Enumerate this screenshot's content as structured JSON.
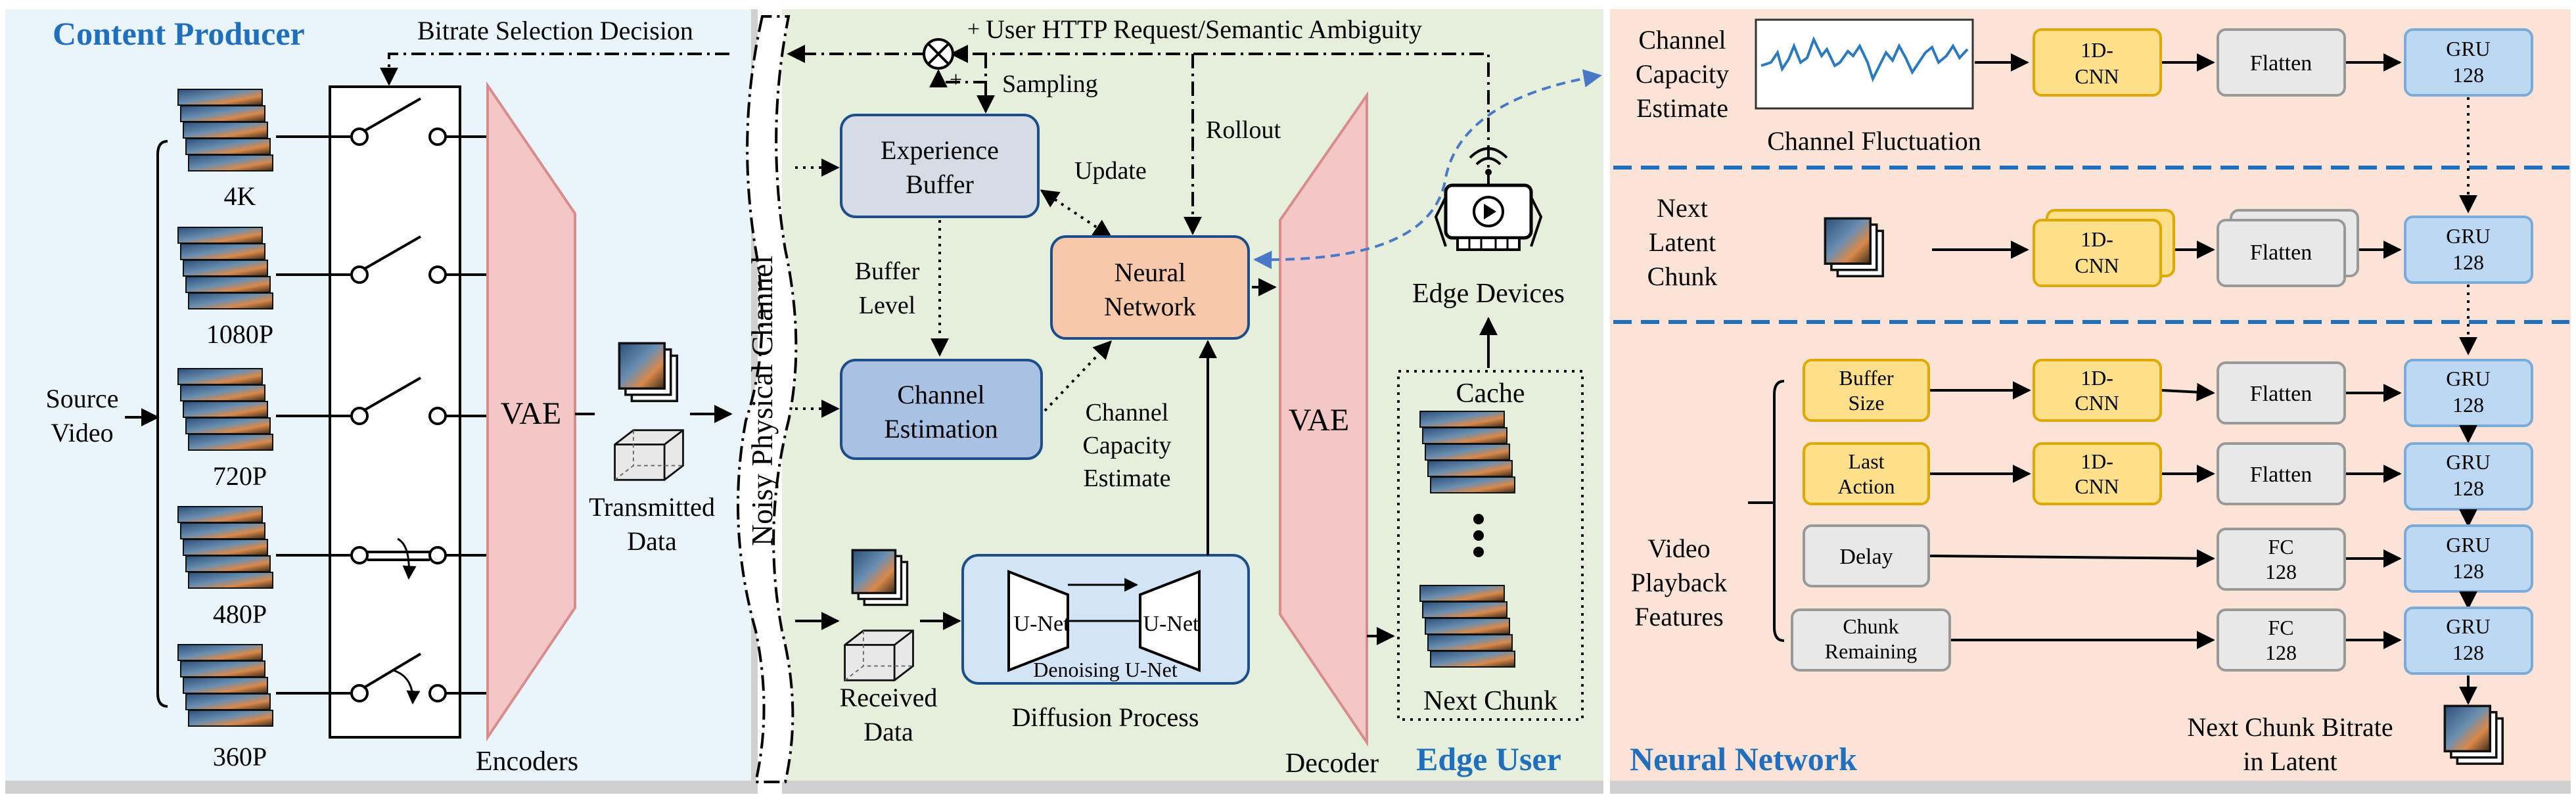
{
  "sections": {
    "content_producer": "Content Producer",
    "edge_user": "Edge User",
    "neural_network": "Neural Network"
  },
  "producer": {
    "source_video": [
      "Source",
      "Video"
    ],
    "resolutions": [
      "4K",
      "1080P",
      "720P",
      "480P",
      "360P"
    ],
    "vae": "VAE",
    "encoders": "Encoders",
    "transmitted_data": [
      "Transmitted",
      "Data"
    ],
    "bitrate_decision": "Bitrate Selection Decision"
  },
  "channel": {
    "label": "Noisy Physical Channel"
  },
  "edge": {
    "user_request": "User HTTP Request/Semantic Ambiguity",
    "plus_top": "+",
    "plus_left": "+",
    "sampling": "Sampling",
    "rollout": "Rollout",
    "update": "Update",
    "experience_buffer": [
      "Experience",
      "Buffer"
    ],
    "buffer_level": [
      "Buffer",
      "Level"
    ],
    "neural_network": [
      "Neural",
      "Network"
    ],
    "channel_estimation": [
      "Channel",
      "Estimation"
    ],
    "channel_capacity_estimate": [
      "Channel",
      "Capacity",
      "Estimate"
    ],
    "received_data": [
      "Received",
      "Data"
    ],
    "unet": "U-Net",
    "denoising_unet": "Denoising U-Net",
    "diffusion_process": "Diffusion Process",
    "vae": "VAE",
    "decoder": "Decoder",
    "edge_devices": "Edge Devices",
    "cache": "Cache",
    "next_chunk": "Next Chunk"
  },
  "network": {
    "channel_capacity_estimate": [
      "Channel",
      "Capacity",
      "Estimate"
    ],
    "channel_fluctuation": "Channel Fluctuation",
    "next_latent_chunk": [
      "Next",
      "Latent",
      "Chunk"
    ],
    "video_playback_features": [
      "Video",
      "Playback",
      "Features"
    ],
    "buffer_size": [
      "Buffer",
      "Size"
    ],
    "last_action": [
      "Last",
      "Action"
    ],
    "delay": "Delay",
    "chunk_remaining": [
      "Chunk",
      "Remaining"
    ],
    "cnn": [
      "1D-",
      "CNN"
    ],
    "flatten": "Flatten",
    "fc": [
      "FC",
      "128"
    ],
    "gru": [
      "GRU",
      "128"
    ],
    "output": [
      "Next Chunk Bitrate",
      "in Latent"
    ]
  },
  "colors": {
    "producer_bg": "#eaf4fb",
    "edge_bg": "#e6efdc",
    "network_bg": "#fbe3d8",
    "section_title": "#1f6fbd",
    "vae": "#f4c7c7",
    "vae_stroke": "#d98c8c",
    "buffer_box": "#d6dce6",
    "estimation_box": "#a9c2e3",
    "nn_box": "#f8c8aa",
    "unet_box": "#d4e4f7",
    "cnn_box": "#ffe08a",
    "cnn_stroke": "#e0a800",
    "flatten_box": "#e8e8e8",
    "gru_box": "#bcd8f2",
    "dashed_blue": "#4a78c8"
  }
}
